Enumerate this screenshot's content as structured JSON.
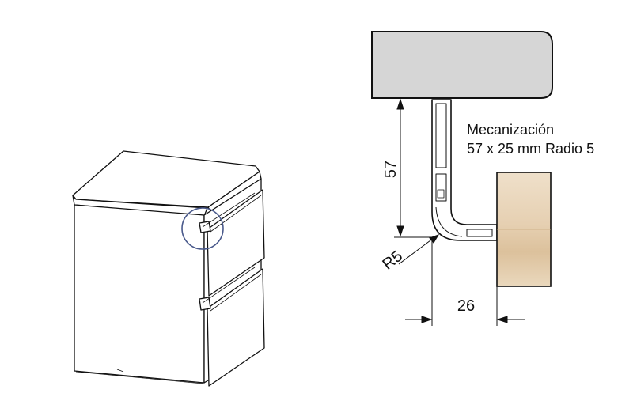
{
  "annotation": {
    "line1": "Mecanización",
    "line2": "57 x 25 mm Radio 5"
  },
  "dimensions": {
    "height": "57",
    "width": "26",
    "radius": "R5"
  },
  "colors": {
    "worktop_fill": "#d6d6d6",
    "wood_light": "#eedcc4",
    "wood_mid": "#e0c7a4",
    "detail_circle": "#4a5a8c",
    "line": "#111111"
  }
}
